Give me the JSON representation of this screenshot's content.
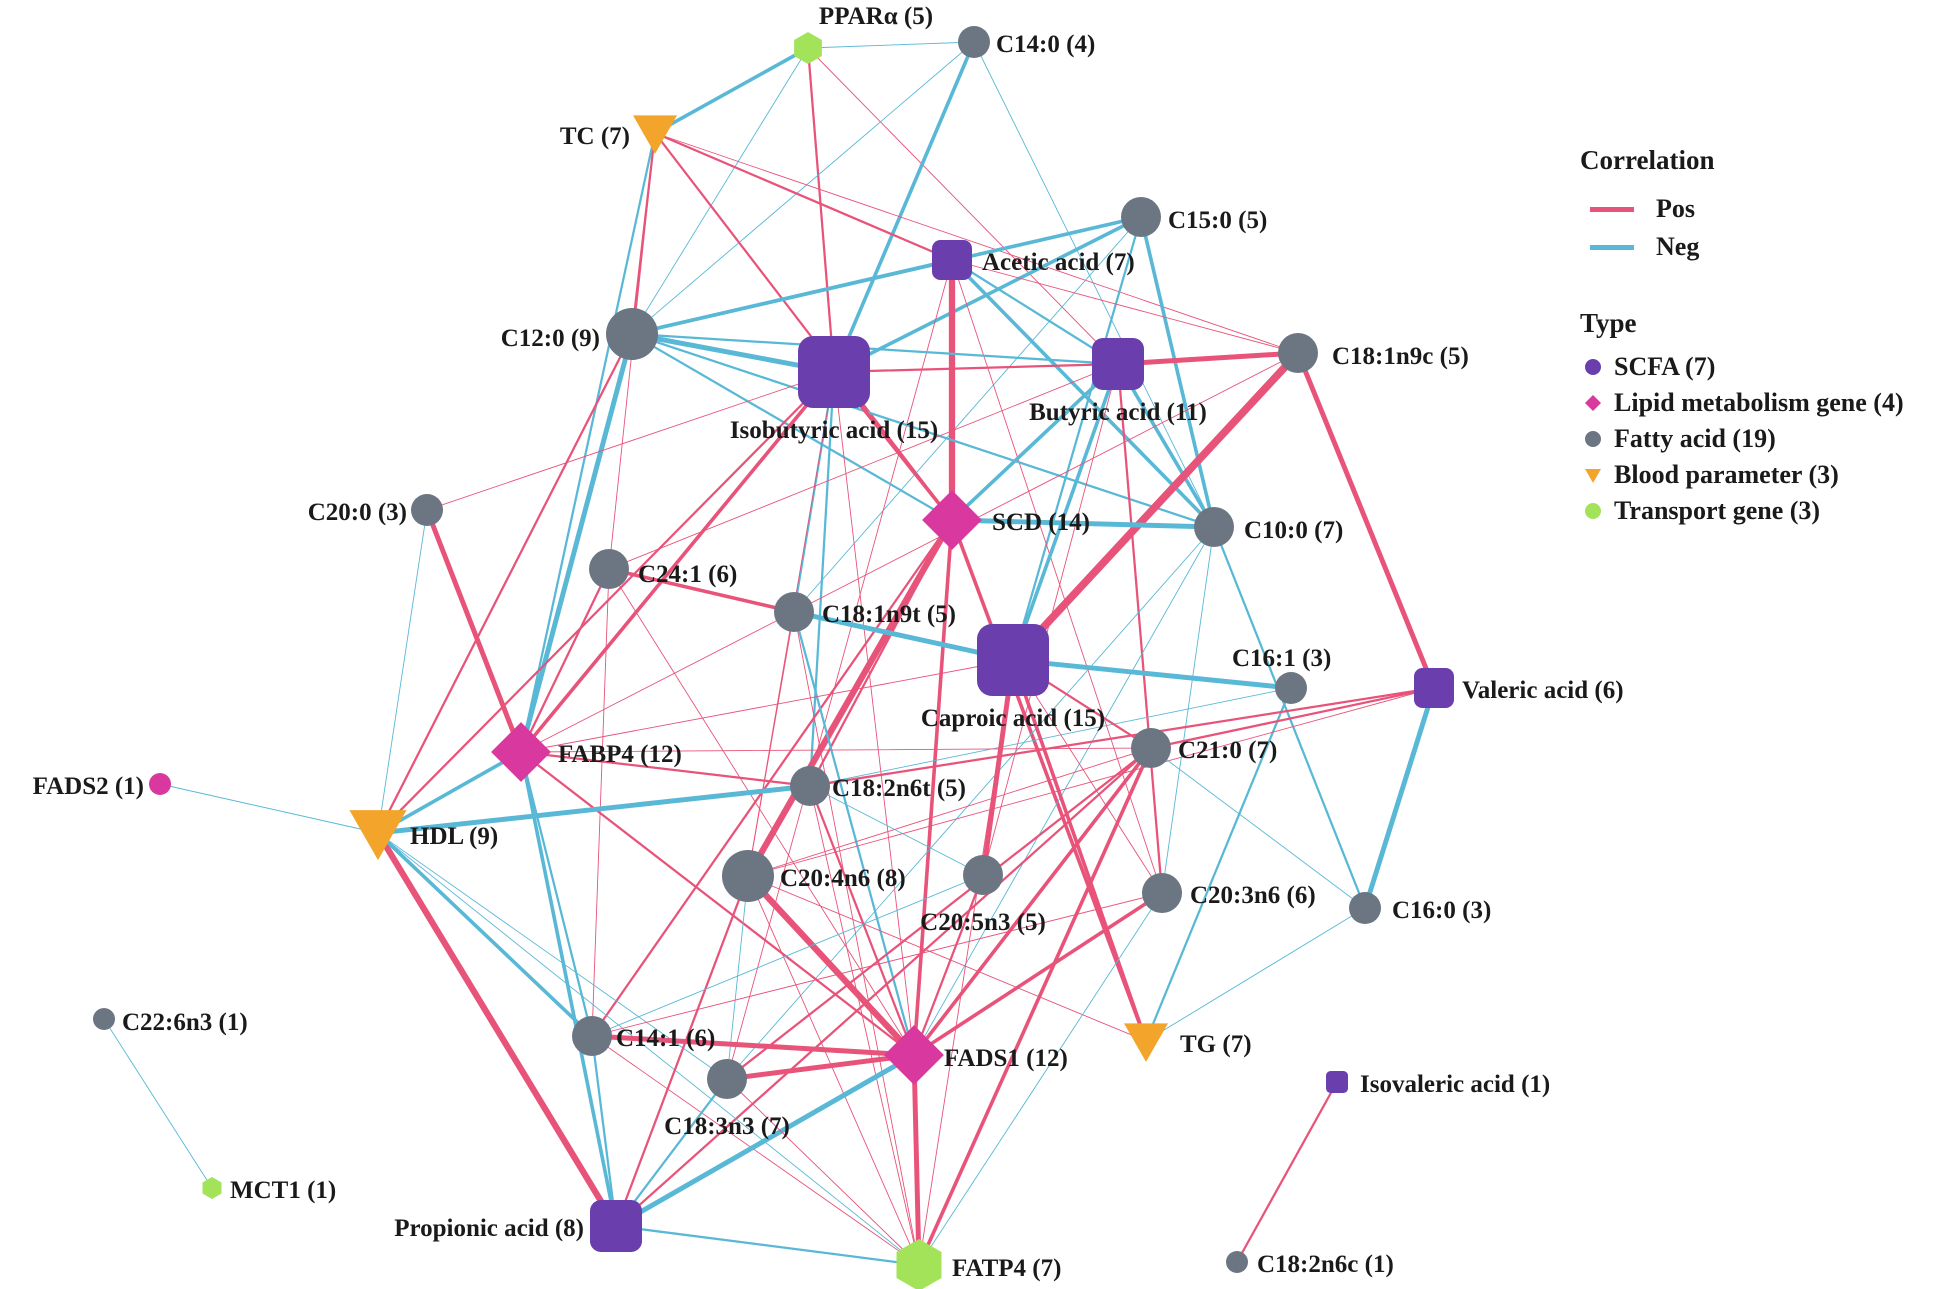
{
  "colors": {
    "pos": "#e8537a",
    "neg": "#58b8d6",
    "scfa": "#6a3fad",
    "lipid_gene": "#d9389e",
    "fatty_acid": "#6b7682",
    "blood": "#f2a52a",
    "transport": "#a3e35a"
  },
  "legend": {
    "correlation_title": "Correlation",
    "pos_label": "Pos",
    "neg_label": "Neg",
    "type_title": "Type",
    "types": [
      {
        "key": "scfa",
        "shape": "circle",
        "label": "SCFA (7)"
      },
      {
        "key": "lipid_gene",
        "shape": "diamond",
        "label": "Lipid metabolism gene (4)"
      },
      {
        "key": "fatty_acid",
        "shape": "circle",
        "label": "Fatty acid (19)"
      },
      {
        "key": "blood",
        "shape": "triangle",
        "label": "Blood parameter (3)"
      },
      {
        "key": "transport",
        "shape": "circle",
        "label": "Transport gene (3)"
      }
    ]
  },
  "nodes": [
    {
      "id": "PPARa",
      "label": "PPARα (5)",
      "type": "transport",
      "shape": "hexagon",
      "size": "s"
    },
    {
      "id": "C14:0",
      "label": "C14:0 (4)",
      "type": "fatty_acid",
      "shape": "circle",
      "size": "s"
    },
    {
      "id": "TC",
      "label": "TC (7)",
      "type": "blood",
      "shape": "triangle",
      "size": "m"
    },
    {
      "id": "C15:0",
      "label": "C15:0 (5)",
      "type": "fatty_acid",
      "shape": "circle",
      "size": "m"
    },
    {
      "id": "Acetic",
      "label": "Acetic acid (7)",
      "type": "scfa",
      "shape": "rsquare",
      "size": "m"
    },
    {
      "id": "C12:0",
      "label": "C12:0 (9)",
      "type": "fatty_acid",
      "shape": "circle",
      "size": "l"
    },
    {
      "id": "Isobutyric",
      "label": "Isobutyric acid (15)",
      "type": "scfa",
      "shape": "rsquare",
      "size": "xl"
    },
    {
      "id": "Butyric",
      "label": "Butyric acid (11)",
      "type": "scfa",
      "shape": "rsquare",
      "size": "l"
    },
    {
      "id": "C18:1n9c",
      "label": "C18:1n9c (5)",
      "type": "fatty_acid",
      "shape": "circle",
      "size": "m"
    },
    {
      "id": "C20:0",
      "label": "C20:0 (3)",
      "type": "fatty_acid",
      "shape": "circle",
      "size": "s"
    },
    {
      "id": "SCD",
      "label": "SCD (14)",
      "type": "lipid_gene",
      "shape": "diamond",
      "size": "l"
    },
    {
      "id": "C10:0",
      "label": "C10:0 (7)",
      "type": "fatty_acid",
      "shape": "circle",
      "size": "m"
    },
    {
      "id": "C24:1",
      "label": "C24:1 (6)",
      "type": "fatty_acid",
      "shape": "circle",
      "size": "m"
    },
    {
      "id": "C18:1n9t",
      "label": "C18:1n9t (5)",
      "type": "fatty_acid",
      "shape": "circle",
      "size": "m"
    },
    {
      "id": "C16:1",
      "label": "C16:1 (3)",
      "type": "fatty_acid",
      "shape": "circle",
      "size": "s"
    },
    {
      "id": "Caproic",
      "label": "Caproic acid (15)",
      "type": "scfa",
      "shape": "rsquare",
      "size": "xl"
    },
    {
      "id": "Valeric",
      "label": "Valeric acid (6)",
      "type": "scfa",
      "shape": "rsquare",
      "size": "m"
    },
    {
      "id": "FABP4",
      "label": "FABP4 (12)",
      "type": "lipid_gene",
      "shape": "diamond",
      "size": "l"
    },
    {
      "id": "C21:0",
      "label": "C21:0 (7)",
      "type": "fatty_acid",
      "shape": "circle",
      "size": "m"
    },
    {
      "id": "FADS2",
      "label": "FADS2 (1)",
      "type": "lipid_gene",
      "shape": "circle",
      "size": "xs"
    },
    {
      "id": "C18:2n6t",
      "label": "C18:2n6t (5)",
      "type": "fatty_acid",
      "shape": "circle",
      "size": "m"
    },
    {
      "id": "HDL",
      "label": "HDL (9)",
      "type": "blood",
      "shape": "triangle",
      "size": "l"
    },
    {
      "id": "C20:4n6",
      "label": "C20:4n6 (8)",
      "type": "fatty_acid",
      "shape": "circle",
      "size": "l"
    },
    {
      "id": "C20:5n3",
      "label": "C20:5n3 (5)",
      "type": "fatty_acid",
      "shape": "circle",
      "size": "m"
    },
    {
      "id": "C20:3n6",
      "label": "C20:3n6 (6)",
      "type": "fatty_acid",
      "shape": "circle",
      "size": "m"
    },
    {
      "id": "C16:0",
      "label": "C16:0 (3)",
      "type": "fatty_acid",
      "shape": "circle",
      "size": "s"
    },
    {
      "id": "C22:6n3",
      "label": "C22:6n3 (1)",
      "type": "fatty_acid",
      "shape": "circle",
      "size": "xs"
    },
    {
      "id": "C14:1",
      "label": "C14:1 (6)",
      "type": "fatty_acid",
      "shape": "circle",
      "size": "m"
    },
    {
      "id": "FADS1",
      "label": "FADS1 (12)",
      "type": "lipid_gene",
      "shape": "diamond",
      "size": "l"
    },
    {
      "id": "TG",
      "label": "TG (7)",
      "type": "blood",
      "shape": "triangle",
      "size": "m"
    },
    {
      "id": "C18:3n3",
      "label": "C18:3n3 (7)",
      "type": "fatty_acid",
      "shape": "circle",
      "size": "m"
    },
    {
      "id": "Isovaleric",
      "label": "Isovaleric acid (1)",
      "type": "scfa",
      "shape": "rsquare",
      "size": "xs"
    },
    {
      "id": "MCT1",
      "label": "MCT1 (1)",
      "type": "transport",
      "shape": "hexagon",
      "size": "xs"
    },
    {
      "id": "Propionic",
      "label": "Propionic acid (8)",
      "type": "scfa",
      "shape": "rsquare",
      "size": "l"
    },
    {
      "id": "FATP4",
      "label": "FATP4 (7)",
      "type": "transport",
      "shape": "hexagon",
      "size": "l"
    },
    {
      "id": "C18:2n6c",
      "label": "C18:2n6c (1)",
      "type": "fatty_acid",
      "shape": "circle",
      "size": "xs"
    }
  ],
  "edges": [
    [
      "PPARa",
      "C14:0",
      "neg",
      1
    ],
    [
      "PPARa",
      "TC",
      "neg",
      3
    ],
    [
      "PPARa",
      "C12:0",
      "neg",
      1
    ],
    [
      "PPARa",
      "Isobutyric",
      "pos",
      2
    ],
    [
      "PPARa",
      "Butyric",
      "pos",
      1
    ],
    [
      "C14:0",
      "C12:0",
      "neg",
      1
    ],
    [
      "C14:0",
      "Isobutyric",
      "neg",
      3
    ],
    [
      "C14:0",
      "C10:0",
      "neg",
      1
    ],
    [
      "TC",
      "C12:0",
      "pos",
      2
    ],
    [
      "TC",
      "SCD",
      "pos",
      2
    ],
    [
      "TC",
      "Acetic",
      "pos",
      2
    ],
    [
      "TC",
      "FABP4",
      "neg",
      2
    ],
    [
      "TC",
      "C18:1n9c",
      "pos",
      1
    ],
    [
      "TC",
      "C24:1",
      "pos",
      1
    ],
    [
      "C15:0",
      "C12:0",
      "neg",
      3
    ],
    [
      "C15:0",
      "Isobutyric",
      "neg",
      3
    ],
    [
      "C15:0",
      "C10:0",
      "neg",
      3
    ],
    [
      "C15:0",
      "Caproic",
      "neg",
      2
    ],
    [
      "C15:0",
      "C18:1n9t",
      "neg",
      1
    ],
    [
      "Acetic",
      "SCD",
      "pos",
      5
    ],
    [
      "Acetic",
      "C12:0",
      "neg",
      3
    ],
    [
      "Acetic",
      "Butyric",
      "neg",
      2
    ],
    [
      "Acetic",
      "C18:1n9c",
      "pos",
      1
    ],
    [
      "Acetic",
      "C10:0",
      "neg",
      3
    ],
    [
      "Acetic",
      "C20:3n6",
      "pos",
      1
    ],
    [
      "Acetic",
      "C18:3n3",
      "pos",
      1
    ],
    [
      "C12:0",
      "Isobutyric",
      "neg",
      4
    ],
    [
      "C12:0",
      "SCD",
      "neg",
      2
    ],
    [
      "C12:0",
      "C10:0",
      "neg",
      2
    ],
    [
      "C12:0",
      "FABP4",
      "neg",
      4
    ],
    [
      "C12:0",
      "HDL",
      "pos",
      2
    ],
    [
      "C12:0",
      "Butyric",
      "neg",
      2
    ],
    [
      "Isobutyric",
      "Butyric",
      "pos",
      2
    ],
    [
      "Isobutyric",
      "SCD",
      "pos",
      3
    ],
    [
      "Isobutyric",
      "FABP4",
      "pos",
      3
    ],
    [
      "Isobutyric",
      "C18:1n9t",
      "neg",
      2
    ],
    [
      "Isobutyric",
      "C18:2n6t",
      "neg",
      2
    ],
    [
      "Isobutyric",
      "C20:0",
      "pos",
      1
    ],
    [
      "Isobutyric",
      "FADS1",
      "pos",
      1
    ],
    [
      "Isobutyric",
      "C20:4n6",
      "pos",
      1
    ],
    [
      "Isobutyric",
      "HDL",
      "pos",
      2
    ],
    [
      "Butyric",
      "C18:1n9c",
      "pos",
      4
    ],
    [
      "Butyric",
      "SCD",
      "neg",
      3
    ],
    [
      "Butyric",
      "C10:0",
      "neg",
      3
    ],
    [
      "Butyric",
      "C24:1",
      "pos",
      1
    ],
    [
      "Butyric",
      "C20:3n6",
      "pos",
      2
    ],
    [
      "Butyric",
      "Caproic",
      "neg",
      3
    ],
    [
      "Butyric",
      "C20:5n3",
      "pos",
      1
    ],
    [
      "C18:1n9c",
      "Caproic",
      "pos",
      6
    ],
    [
      "C18:1n9c",
      "Valeric",
      "pos",
      4
    ],
    [
      "C18:1n9c",
      "FABP4",
      "pos",
      1
    ],
    [
      "C20:0",
      "FABP4",
      "pos",
      4
    ],
    [
      "C20:0",
      "HDL",
      "neg",
      1
    ],
    [
      "SCD",
      "C10:0",
      "neg",
      4
    ],
    [
      "SCD",
      "C20:4n6",
      "pos",
      5
    ],
    [
      "SCD",
      "FADS1",
      "pos",
      3
    ],
    [
      "SCD",
      "TG",
      "pos",
      3
    ],
    [
      "SCD",
      "C14:1",
      "pos",
      2
    ],
    [
      "SCD",
      "C18:2n6t",
      "pos",
      2
    ],
    [
      "C10:0",
      "C16:0",
      "neg",
      2
    ],
    [
      "C10:0",
      "C20:3n6",
      "neg",
      1
    ],
    [
      "C10:0",
      "FADS1",
      "neg",
      1
    ],
    [
      "C10:0",
      "C18:3n3",
      "neg",
      1
    ],
    [
      "C24:1",
      "C18:1n9t",
      "pos",
      3
    ],
    [
      "C24:1",
      "FABP4",
      "pos",
      2
    ],
    [
      "C24:1",
      "FADS1",
      "pos",
      1
    ],
    [
      "C24:1",
      "C14:1",
      "pos",
      1
    ],
    [
      "C18:1n9t",
      "Caproic",
      "neg",
      4
    ],
    [
      "C18:1n9t",
      "FATP4",
      "pos",
      1
    ],
    [
      "C18:1n9t",
      "C20:4n6",
      "pos",
      1
    ],
    [
      "C18:1n9t",
      "FADS1",
      "neg",
      2
    ],
    [
      "C16:1",
      "Caproic",
      "neg",
      4
    ],
    [
      "C16:1",
      "TG",
      "neg",
      2
    ],
    [
      "C16:1",
      "C18:2n6t",
      "neg",
      1
    ],
    [
      "Caproic",
      "C21:0",
      "pos",
      2
    ],
    [
      "Caproic",
      "C20:5n3",
      "pos",
      4
    ],
    [
      "Caproic",
      "TG",
      "pos",
      3
    ],
    [
      "Caproic",
      "FABP4",
      "pos",
      1
    ],
    [
      "Caproic",
      "C20:3n6",
      "pos",
      1
    ],
    [
      "Caproic",
      "FATP4",
      "pos",
      1
    ],
    [
      "Valeric",
      "C16:0",
      "neg",
      4
    ],
    [
      "Valeric",
      "C21:0",
      "pos",
      2
    ],
    [
      "Valeric",
      "C18:2n6t",
      "pos",
      2
    ],
    [
      "Valeric",
      "C20:4n6",
      "pos",
      1
    ],
    [
      "FABP4",
      "C18:2n6t",
      "pos",
      2
    ],
    [
      "FABP4",
      "HDL",
      "neg",
      3
    ],
    [
      "FABP4",
      "FADS1",
      "pos",
      2
    ],
    [
      "FABP4",
      "Propionic",
      "neg",
      3
    ],
    [
      "FABP4",
      "C14:1",
      "neg",
      2
    ],
    [
      "FABP4",
      "C21:0",
      "pos",
      1
    ],
    [
      "C21:0",
      "FADS1",
      "pos",
      3
    ],
    [
      "C21:0",
      "FATP4",
      "pos",
      3
    ],
    [
      "C21:0",
      "C16:0",
      "neg",
      1
    ],
    [
      "C21:0",
      "C18:3n3",
      "pos",
      2
    ],
    [
      "C21:0",
      "C20:4n6",
      "pos",
      1
    ],
    [
      "C21:0",
      "Propionic",
      "pos",
      2
    ],
    [
      "FADS2",
      "HDL",
      "neg",
      1
    ],
    [
      "C18:2n6t",
      "HDL",
      "neg",
      4
    ],
    [
      "C18:2n6t",
      "FADS1",
      "pos",
      2
    ],
    [
      "C18:2n6t",
      "FATP4",
      "pos",
      1
    ],
    [
      "C18:2n6t",
      "C20:5n3",
      "neg",
      1
    ],
    [
      "HDL",
      "Propionic",
      "pos",
      5
    ],
    [
      "HDL",
      "C14:1",
      "neg",
      3
    ],
    [
      "HDL",
      "C18:3n3",
      "neg",
      1
    ],
    [
      "HDL",
      "FATP4",
      "neg",
      1
    ],
    [
      "C20:4n6",
      "FADS1",
      "pos",
      5
    ],
    [
      "C20:4n6",
      "Propionic",
      "pos",
      2
    ],
    [
      "C20:4n6",
      "C18:3n3",
      "neg",
      1
    ],
    [
      "C20:4n6",
      "TG",
      "pos",
      1
    ],
    [
      "C20:4n6",
      "FATP4",
      "pos",
      1
    ],
    [
      "C20:5n3",
      "FADS1",
      "pos",
      2
    ],
    [
      "C20:5n3",
      "C14:1",
      "neg",
      1
    ],
    [
      "C20:3n6",
      "FADS1",
      "pos",
      3
    ],
    [
      "C20:3n6",
      "FATP4",
      "neg",
      1
    ],
    [
      "C20:3n6",
      "C14:1",
      "pos",
      1
    ],
    [
      "C16:0",
      "TG",
      "neg",
      1
    ],
    [
      "C22:6n3",
      "MCT1",
      "neg",
      1
    ],
    [
      "C14:1",
      "FADS1",
      "pos",
      4
    ],
    [
      "C14:1",
      "Propionic",
      "neg",
      2
    ],
    [
      "C14:1",
      "FATP4",
      "pos",
      1
    ],
    [
      "FADS1",
      "C18:3n3",
      "pos",
      4
    ],
    [
      "FADS1",
      "FATP4",
      "pos",
      4
    ],
    [
      "FADS1",
      "Propionic",
      "neg",
      4
    ],
    [
      "C18:3n3",
      "Propionic",
      "neg",
      2
    ],
    [
      "C18:3n3",
      "FATP4",
      "pos",
      1
    ],
    [
      "Propionic",
      "FATP4",
      "neg",
      2
    ],
    [
      "Isovaleric",
      "C18:2n6c",
      "pos",
      2
    ]
  ]
}
